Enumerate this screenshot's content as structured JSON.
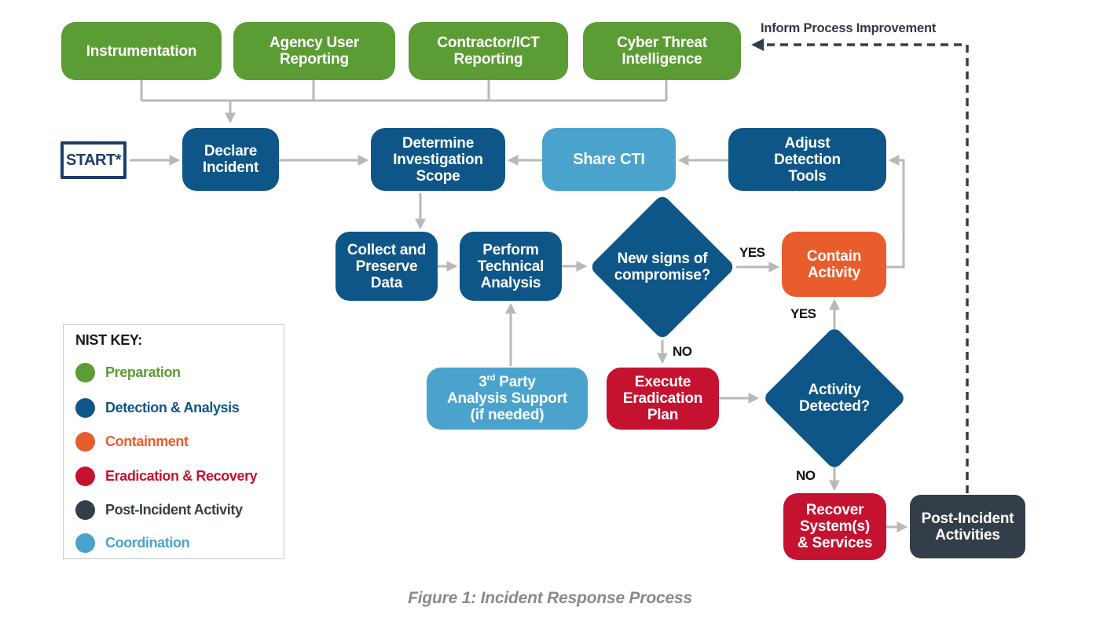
{
  "figure": {
    "caption": "Figure 1: Incident Response Process"
  },
  "feedback": {
    "label": "Inform Process Improvement"
  },
  "start": {
    "label": "START*"
  },
  "nodes": {
    "instrumentation": {
      "label": "Instrumentation"
    },
    "agency_user_reporting": {
      "label": "Agency User\nReporting"
    },
    "contractor_ict_reporting": {
      "label": "Contractor/ICT\nReporting"
    },
    "cyber_threat_intelligence": {
      "label": "Cyber Threat\nIntelligence"
    },
    "declare_incident": {
      "label": "Declare\nIncident"
    },
    "determine_investigation_scope": {
      "label": "Determine\nInvestigation\nScope"
    },
    "share_cti": {
      "label": "Share CTI"
    },
    "adjust_detection_tools": {
      "label": "Adjust\nDetection\nTools"
    },
    "collect_preserve_data": {
      "label": "Collect and\nPreserve\nData"
    },
    "perform_technical_analysis": {
      "label": "Perform\nTechnical\nAnalysis"
    },
    "contain_activity": {
      "label": "Contain\nActivity"
    },
    "execute_eradication_plan": {
      "label": "Execute\nEradication\nPlan"
    },
    "recover_systems_services": {
      "label": "Recover\nSystem(s)\n& Services"
    },
    "post_incident_activities": {
      "label": "Post-Incident\nActivities"
    }
  },
  "third_party": {
    "line1_pre": "3",
    "line1_sup": "rd",
    "line1_post": " Party",
    "line2": "Analysis Support",
    "line3": "(if needed)"
  },
  "decisions": {
    "new_signs_of_compromise": {
      "label": "New signs of\ncompromise?"
    },
    "activity_detected": {
      "label": "Activity\nDetected?"
    }
  },
  "branch_labels": {
    "yes": "YES",
    "no": "NO"
  },
  "legend": {
    "title": "NIST KEY:",
    "items": [
      {
        "label": "Preparation",
        "color": "#5c9c34"
      },
      {
        "label": "Detection & Analysis",
        "color": "#0e5687"
      },
      {
        "label": "Containment",
        "color": "#e95c2c"
      },
      {
        "label": "Eradication & Recovery",
        "color": "#c41230"
      },
      {
        "label": "Post-Incident Activity",
        "color": "#343e48"
      },
      {
        "label": "Coordination",
        "color": "#4aa3cd"
      }
    ]
  },
  "colors": {
    "preparation": "#5c9c34",
    "detection_analysis": "#0e5687",
    "containment": "#e95c2c",
    "eradication_recovery": "#c41230",
    "post_incident": "#343e48",
    "coordination": "#4aa3cd",
    "start_navy": "#1e3c6b",
    "connector_gray": "#b8b8b8",
    "feedback_dark": "#333e48"
  }
}
